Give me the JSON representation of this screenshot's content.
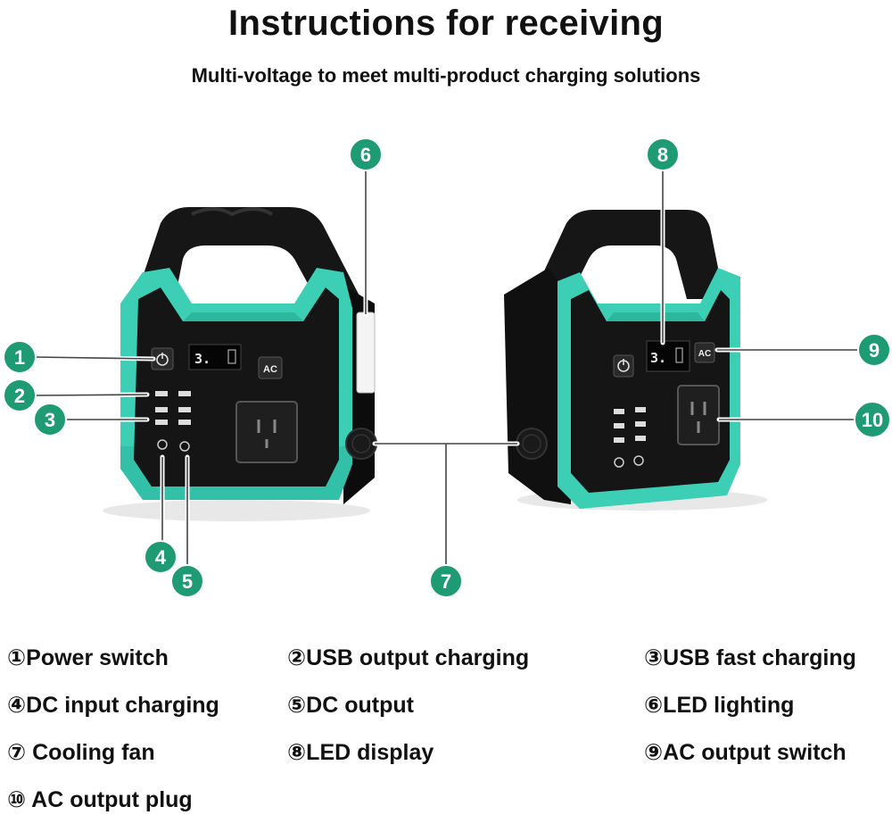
{
  "header": {
    "title": "Instructions for receiving",
    "subtitle": "Multi-voltage to meet multi-product charging solutions"
  },
  "device": {
    "ac_button_label": "AC",
    "display_digits": "3.",
    "colors": {
      "accent": "#3ccfb6",
      "accent_dark": "#1fa58e",
      "body": "#151515",
      "callout": "#1e9b72"
    }
  },
  "callouts": [
    "1",
    "2",
    "3",
    "4",
    "5",
    "6",
    "7",
    "8",
    "9",
    "10"
  ],
  "legend": {
    "items": [
      "①Power switch",
      "②USB output charging",
      "③USB fast charging",
      "④DC input charging",
      "⑤DC output",
      "⑥LED lighting",
      "⑦ Cooling fan",
      "⑧LED display",
      "⑨AC output switch",
      "⑩ AC output plug"
    ]
  }
}
